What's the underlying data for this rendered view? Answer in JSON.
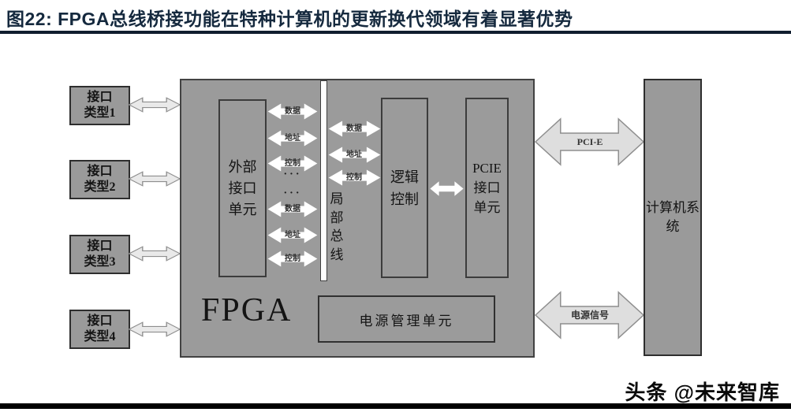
{
  "header": {
    "title": "图22:  FPGA总线桥接功能在特种计算机的更新换代领域有着显著优势"
  },
  "diagram": {
    "fpga_label": "FPGA",
    "interface_types": [
      {
        "line1": "接口",
        "line2": "类型1"
      },
      {
        "line1": "接口",
        "line2": "类型2"
      },
      {
        "line1": "接口",
        "line2": "类型3"
      },
      {
        "line1": "接口",
        "line2": "类型4"
      }
    ],
    "external_interface_unit": {
      "line1": "外部",
      "line2": "接口",
      "line3": "单元"
    },
    "local_bus": {
      "char1": "局",
      "char2": "部",
      "char3": "总",
      "char4": "线"
    },
    "bus_left_labels": [
      "数据",
      "地址",
      "控制",
      "数据",
      "地址",
      "控制"
    ],
    "ellipsis": "···",
    "bus_right_labels": [
      "数据",
      "地址",
      "控制"
    ],
    "logic_control": {
      "line1": "逻辑",
      "line2": "控制"
    },
    "pcie_unit": {
      "line1": "PCIE",
      "line2": "接口",
      "line3": "单元"
    },
    "power_mgmt_label": "电源管理单元",
    "computer_system": {
      "line1": "计算机系",
      "line2": "统"
    },
    "pci_e_label": "PCI-E",
    "power_signal_label": "电源信号"
  },
  "footer": {
    "watermark": "头条 @未来智库"
  },
  "colors": {
    "title_navy": "#15293e",
    "box_gray": "#9b9b9b",
    "box_border": "#3c3c3c",
    "big_arrow_fill": "#dedede",
    "arrow_stroke": "#8e8e8e",
    "small_arrow_fill": "#ffffff",
    "bottom_bar": "#000000"
  }
}
